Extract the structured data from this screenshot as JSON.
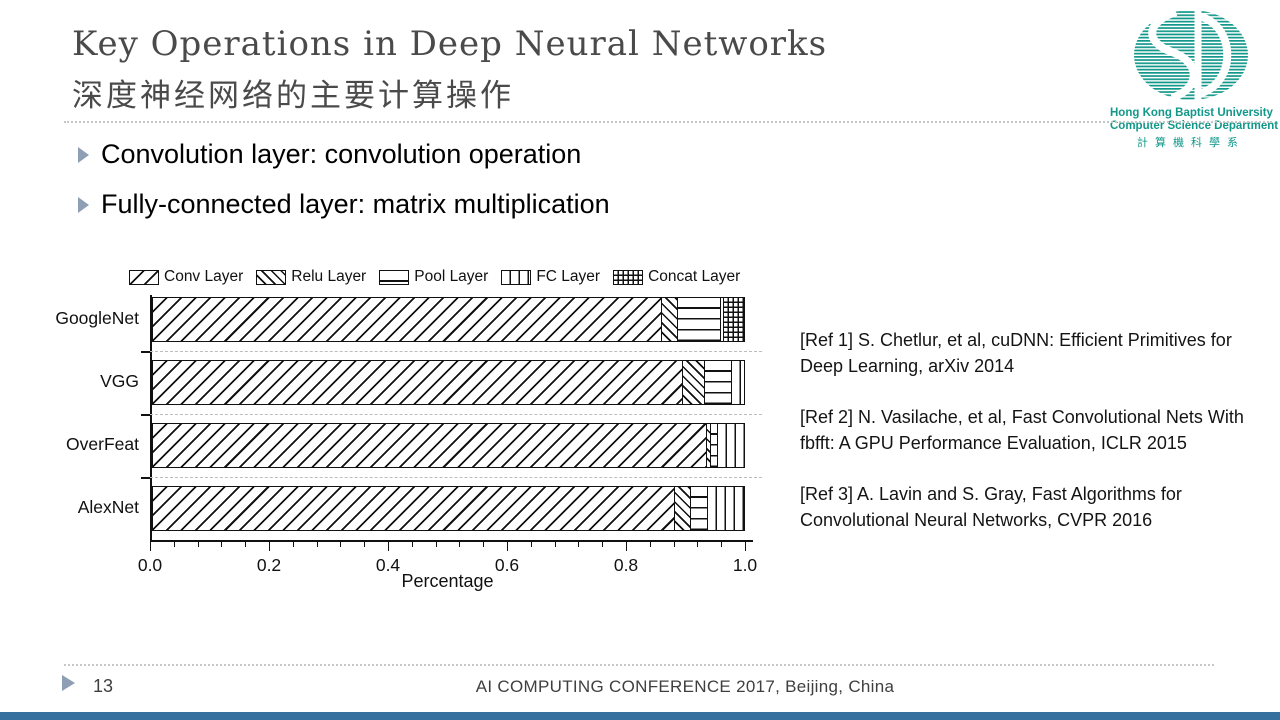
{
  "header": {
    "title": "Key Operations in Deep Neural Networks",
    "subtitle_cn": "深度神经网络的主要计算操作"
  },
  "logo": {
    "line1": "Hong Kong Baptist University",
    "line2": "Computer Science Department",
    "line3": "計算機科學系",
    "accent_color": "#12988a"
  },
  "bullets": [
    {
      "text": "Convolution layer: convolution operation"
    },
    {
      "text": "Fully-connected layer: matrix multiplication"
    }
  ],
  "chart_data": {
    "type": "bar",
    "orientation": "horizontal",
    "stacked": true,
    "title": "",
    "xlabel": "Percentage",
    "categories": [
      "GoogleNet",
      "VGG",
      "OverFeat",
      "AlexNet"
    ],
    "series": [
      {
        "name": "Conv Layer",
        "pattern": "diagonal-forward-hatch",
        "values": [
          0.86,
          0.895,
          0.935,
          0.882
        ]
      },
      {
        "name": "Relu Layer",
        "pattern": "diagonal-back-hatch",
        "values": [
          0.027,
          0.037,
          0.008,
          0.026
        ]
      },
      {
        "name": "Pool Layer",
        "pattern": "horizontal-lines",
        "values": [
          0.072,
          0.046,
          0.012,
          0.03
        ]
      },
      {
        "name": "FC Layer",
        "pattern": "vertical-lines",
        "values": [
          0.006,
          0.022,
          0.045,
          0.062
        ]
      },
      {
        "name": "Concat Layer",
        "pattern": "grid-crosshatch",
        "values": [
          0.035,
          0.0,
          0.0,
          0.0
        ]
      }
    ],
    "xlim": [
      0.0,
      1.0
    ],
    "xticks": [
      0.0,
      0.2,
      0.4,
      0.6,
      0.8,
      1.0
    ],
    "xtick_labels": [
      "0.0",
      "0.2",
      "0.4",
      "0.6",
      "0.8",
      "1.0"
    ],
    "minor_tick_step": 0.04,
    "grid": "dashed-horizontal-between-categories",
    "legend_position": "top"
  },
  "references": [
    "[Ref 1] S. Chetlur, et al, cuDNN: Efficient Primitives for Deep Learning, arXiv 2014",
    "[Ref 2] N. Vasilache, et al, Fast Convolutional Nets With fbfft: A GPU Performance Evaluation, ICLR 2015",
    "[Ref 3] A. Lavin and S. Gray, Fast Algorithms for Convolutional Neural Networks, CVPR 2016"
  ],
  "footer": {
    "page_number": "13",
    "conference": "AI COMPUTING CONFERENCE 2017, Beijing, China"
  },
  "colors": {
    "bottom_bar": "#35709f",
    "bullet_accent": "#8d9eb5",
    "title_text": "#4a4a4a"
  }
}
